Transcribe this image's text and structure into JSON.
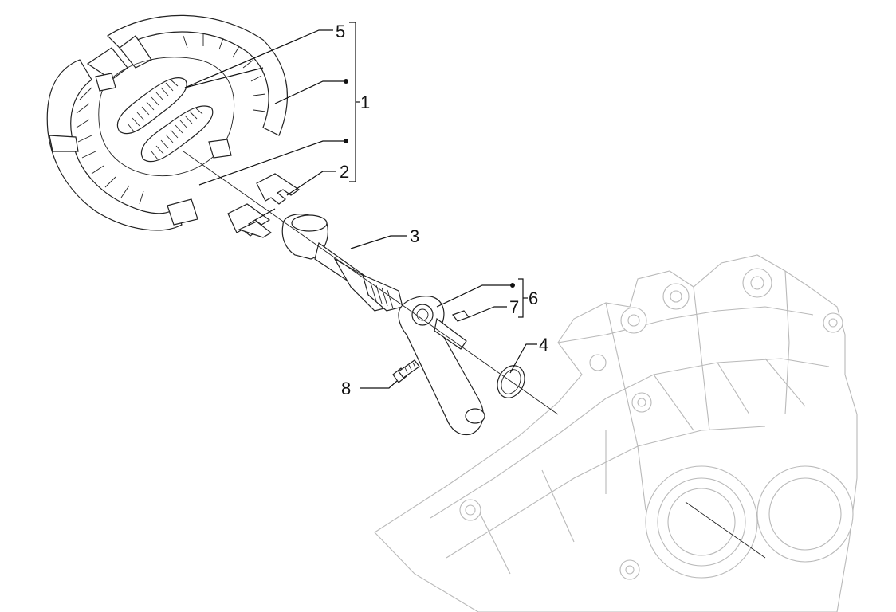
{
  "callouts": [
    {
      "id": "1",
      "text": "1"
    },
    {
      "id": "2",
      "text": "2"
    },
    {
      "id": "3",
      "text": "3"
    },
    {
      "id": "4",
      "text": "4"
    },
    {
      "id": "5",
      "text": "5"
    },
    {
      "id": "6",
      "text": "6"
    },
    {
      "id": "7",
      "text": "7"
    },
    {
      "id": "8",
      "text": "8"
    }
  ],
  "colors": {
    "line": "#111111",
    "ghost_housing": "#b9b9b9",
    "background": "#ffffff"
  }
}
